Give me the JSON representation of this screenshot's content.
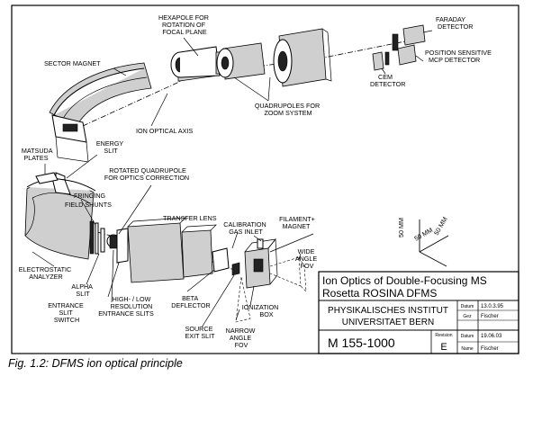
{
  "labels": {
    "hexapole": [
      "HEXAPOLE FOR",
      "ROTATION OF",
      "FOCAL PLANE"
    ],
    "faraday": [
      "FARADAY",
      "DETECTOR"
    ],
    "sector_magnet": "SECTOR MAGNET",
    "position_sensitive": [
      "POSITION SENSITIVE",
      "MCP DETECTOR"
    ],
    "cem": [
      "CEM",
      "DETECTOR"
    ],
    "quadrupoles": [
      "QUADRUPOLES FOR",
      "ZOOM SYSTEM"
    ],
    "ion_axis": "ION OPTICAL AXIS",
    "energy_slit": [
      "ENERGY",
      "SLIT"
    ],
    "matsuda": [
      "MATSUDA",
      "PLATES"
    ],
    "rotated_quad": [
      "ROTATED QUADRUPOLE",
      "FOR OPTICS CORRECTION"
    ],
    "fringing": [
      "FRINGING",
      "FIELD SHUNTS"
    ],
    "transfer_lens": "TRANSFER LENS",
    "calibration": [
      "CALIBRATION",
      "GAS INLET"
    ],
    "filament": [
      "FILAMENT+",
      "MAGNET"
    ],
    "electrostatic": [
      "ELECTROSTATIC",
      "ANALYZER"
    ],
    "wide_angle": [
      "WIDE",
      "ANGLE",
      "FOV"
    ],
    "alpha_slit": [
      "ALPHA",
      "SLIT"
    ],
    "entrance_switch": [
      "ENTRANCE",
      "SLIT",
      "SWITCH"
    ],
    "high_low": [
      "HIGH- / LOW",
      "RESOLUTION",
      "ENTRANCE SLITS"
    ],
    "beta": [
      "BETA",
      "DEFLECTOR"
    ],
    "ionization": [
      "IONIZATION",
      "BOX"
    ],
    "source_exit": [
      "SOURCE",
      "EXIT SLIT"
    ],
    "narrow_angle": [
      "NARROW",
      "ANGLE",
      "FOV"
    ],
    "scale_a": "50 mm",
    "scale_b": "50 mm",
    "scale_c": "50 mm"
  },
  "title_block": {
    "title_line1": "Ion Optics of Double-Focusing MS",
    "title_line2": "Rosetta ROSINA DFMS",
    "institute_line1": "PHYSIKALISCHES INSTITUT",
    "institute_line2": "UNIVERSITAET BERN",
    "drawing_number": "M  155-1000",
    "revision_label": "Revision",
    "revision_value": "E",
    "rows": [
      {
        "key": "Datum",
        "value": "13.0.3.95"
      },
      {
        "key": "Gez",
        "value": "Fischer"
      },
      {
        "key": "Datum",
        "value": "19.06.03"
      },
      {
        "key": "Name",
        "value": "Fischer"
      }
    ]
  },
  "caption": "Fig. 1.2: DFMS ion optical principle"
}
